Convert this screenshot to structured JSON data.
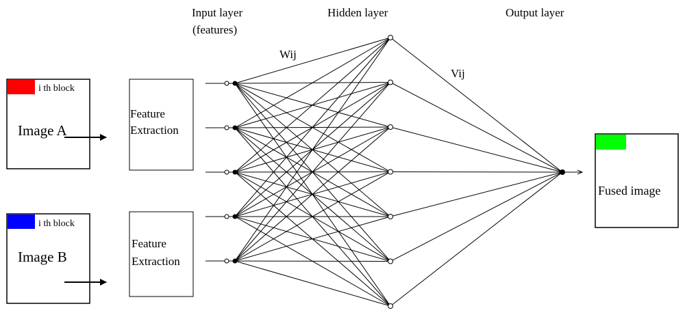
{
  "layer_labels": {
    "input_line1": "Input layer",
    "input_line2": "(features)",
    "hidden": "Hidden layer",
    "output": "Output layer"
  },
  "weight_labels": {
    "input_to_hidden": "Wij",
    "hidden_to_output": "Vij"
  },
  "image_a": {
    "title": "Image A",
    "block_label": "i th block",
    "block_color": "#ff0000"
  },
  "image_b": {
    "title": "Image B",
    "block_label": "i th block",
    "block_color": "#0000ff"
  },
  "feature_extraction_a": {
    "line1": "Feature",
    "line2": "Extraction"
  },
  "feature_extraction_b": {
    "line1": "Feature",
    "line2": "Extraction"
  },
  "fused": {
    "title": "Fused image",
    "block_color": "#00ff00"
  },
  "network": {
    "input_nodes": 5,
    "hidden_nodes": 7,
    "output_nodes": 1
  }
}
